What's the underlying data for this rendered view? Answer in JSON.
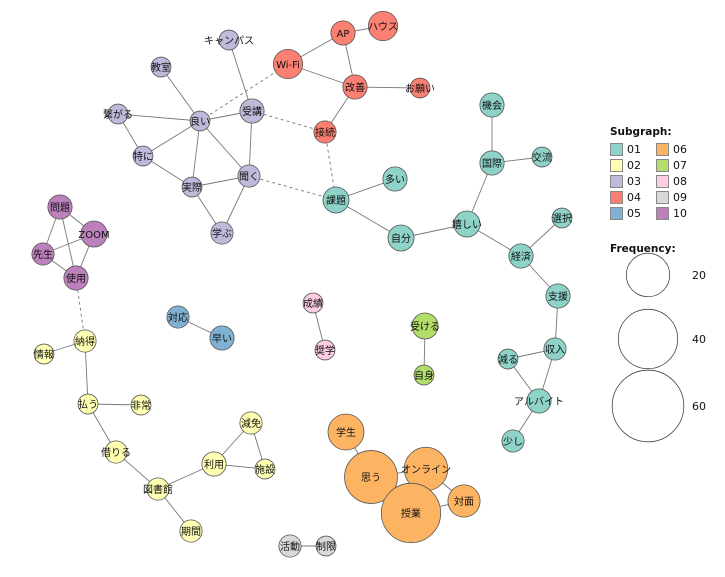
{
  "colors": {
    "01": "#8dd3c7",
    "02": "#ffffb3",
    "03": "#bebada",
    "04": "#fb8072",
    "05": "#80b1d3",
    "06": "#fdb462",
    "07": "#b3de69",
    "08": "#fccde5",
    "09": "#d9d9d9",
    "10": "#bc80bd"
  },
  "legend": {
    "subgraph_title": "Subgraph:",
    "subgraphs": [
      "01",
      "02",
      "03",
      "04",
      "05",
      "06",
      "07",
      "08",
      "09",
      "10"
    ],
    "frequency_title": "Frequency:",
    "frequency_sizes": [
      20,
      40,
      60
    ]
  },
  "nodes": [
    {
      "id": "キャンパス",
      "group": "03",
      "freq": 3
    },
    {
      "id": "教室",
      "group": "03",
      "freq": 3
    },
    {
      "id": "繋がる",
      "group": "03",
      "freq": 3
    },
    {
      "id": "良い",
      "group": "03",
      "freq": 3
    },
    {
      "id": "受講",
      "group": "03",
      "freq": 5
    },
    {
      "id": "特に",
      "group": "03",
      "freq": 3
    },
    {
      "id": "実際",
      "group": "03",
      "freq": 3
    },
    {
      "id": "聞く",
      "group": "03",
      "freq": 4
    },
    {
      "id": "学ぶ",
      "group": "03",
      "freq": 4
    },
    {
      "id": "AP",
      "group": "04",
      "freq": 5
    },
    {
      "id": "ハウス",
      "group": "04",
      "freq": 8
    },
    {
      "id": "Wi-Fi",
      "group": "04",
      "freq": 8
    },
    {
      "id": "改善",
      "group": "04",
      "freq": 5
    },
    {
      "id": "お願い",
      "group": "04",
      "freq": 3
    },
    {
      "id": "接続",
      "group": "04",
      "freq": 4
    },
    {
      "id": "機会",
      "group": "01",
      "freq": 5
    },
    {
      "id": "国際",
      "group": "01",
      "freq": 5
    },
    {
      "id": "交流",
      "group": "01",
      "freq": 3
    },
    {
      "id": "多い",
      "group": "01",
      "freq": 5
    },
    {
      "id": "課題",
      "group": "01",
      "freq": 6
    },
    {
      "id": "自分",
      "group": "01",
      "freq": 6
    },
    {
      "id": "嬉しい",
      "group": "01",
      "freq": 6
    },
    {
      "id": "選択",
      "group": "01",
      "freq": 3
    },
    {
      "id": "経済",
      "group": "01",
      "freq": 5
    },
    {
      "id": "支援",
      "group": "01",
      "freq": 5
    },
    {
      "id": "収入",
      "group": "01",
      "freq": 4
    },
    {
      "id": "減る",
      "group": "01",
      "freq": 3
    },
    {
      "id": "アルバイト",
      "group": "01",
      "freq": 5
    },
    {
      "id": "少し",
      "group": "01",
      "freq": 4
    },
    {
      "id": "問題",
      "group": "10",
      "freq": 5
    },
    {
      "id": "ZOOM",
      "group": "10",
      "freq": 6
    },
    {
      "id": "先生",
      "group": "10",
      "freq": 4
    },
    {
      "id": "使用",
      "group": "10",
      "freq": 5
    },
    {
      "id": "対応",
      "group": "05",
      "freq": 4
    },
    {
      "id": "早い",
      "group": "05",
      "freq": 5
    },
    {
      "id": "成績",
      "group": "08",
      "freq": 3
    },
    {
      "id": "奨学",
      "group": "08",
      "freq": 3
    },
    {
      "id": "受ける",
      "group": "07",
      "freq": 6
    },
    {
      "id": "自身",
      "group": "07",
      "freq": 3
    },
    {
      "id": "納得",
      "group": "02",
      "freq": 4
    },
    {
      "id": "情報",
      "group": "02",
      "freq": 3
    },
    {
      "id": "払う",
      "group": "02",
      "freq": 3
    },
    {
      "id": "非常",
      "group": "02",
      "freq": 3
    },
    {
      "id": "借りる",
      "group": "02",
      "freq": 4
    },
    {
      "id": "減免",
      "group": "02",
      "freq": 4
    },
    {
      "id": "利用",
      "group": "02",
      "freq": 5
    },
    {
      "id": "施設",
      "group": "02",
      "freq": 3
    },
    {
      "id": "図書館",
      "group": "02",
      "freq": 4
    },
    {
      "id": "期間",
      "group": "02",
      "freq": 4
    },
    {
      "id": "学生",
      "group": "06",
      "freq": 13
    },
    {
      "id": "思う",
      "group": "06",
      "freq": 31
    },
    {
      "id": "オンライン",
      "group": "06",
      "freq": 20
    },
    {
      "id": "対面",
      "group": "06",
      "freq": 10
    },
    {
      "id": "授業",
      "group": "06",
      "freq": 40
    },
    {
      "id": "活動",
      "group": "09",
      "freq": 4
    },
    {
      "id": "制限",
      "group": "09",
      "freq": 3
    }
  ],
  "edges": [
    [
      "キャンパス",
      "受講",
      false
    ],
    [
      "教室",
      "良い",
      false
    ],
    [
      "繋がる",
      "良い",
      false
    ],
    [
      "繋がる",
      "特に",
      false
    ],
    [
      "良い",
      "受講",
      false
    ],
    [
      "良い",
      "特に",
      false
    ],
    [
      "良い",
      "実際",
      false
    ],
    [
      "良い",
      "聞く",
      false
    ],
    [
      "受講",
      "聞く",
      false
    ],
    [
      "特に",
      "実際",
      false
    ],
    [
      "実際",
      "聞く",
      false
    ],
    [
      "実際",
      "学ぶ",
      false
    ],
    [
      "聞く",
      "学ぶ",
      false
    ],
    [
      "良い",
      "Wi-Fi",
      true
    ],
    [
      "受講",
      "接続",
      true
    ],
    [
      "聞く",
      "課題",
      true
    ],
    [
      "AP",
      "ハウス",
      false
    ],
    [
      "AP",
      "Wi-Fi",
      false
    ],
    [
      "Wi-Fi",
      "改善",
      false
    ],
    [
      "AP",
      "改善",
      false
    ],
    [
      "改善",
      "お願い",
      false
    ],
    [
      "改善",
      "接続",
      false
    ],
    [
      "接続",
      "課題",
      true
    ],
    [
      "機会",
      "国際",
      false
    ],
    [
      "国際",
      "交流",
      false
    ],
    [
      "国際",
      "嬉しい",
      false
    ],
    [
      "多い",
      "課題",
      false
    ],
    [
      "課題",
      "自分",
      false
    ],
    [
      "自分",
      "嬉しい",
      false
    ],
    [
      "嬉しい",
      "経済",
      false
    ],
    [
      "選択",
      "経済",
      false
    ],
    [
      "経済",
      "支援",
      false
    ],
    [
      "支援",
      "収入",
      false
    ],
    [
      "収入",
      "減る",
      false
    ],
    [
      "収入",
      "アルバイト",
      false
    ],
    [
      "減る",
      "アルバイト",
      false
    ],
    [
      "アルバイト",
      "少し",
      false
    ],
    [
      "問題",
      "ZOOM",
      false
    ],
    [
      "問題",
      "先生",
      false
    ],
    [
      "問題",
      "使用",
      false
    ],
    [
      "ZOOM",
      "先生",
      false
    ],
    [
      "ZOOM",
      "使用",
      false
    ],
    [
      "先生",
      "使用",
      false
    ],
    [
      "使用",
      "納得",
      true
    ],
    [
      "対応",
      "早い",
      false
    ],
    [
      "成績",
      "奨学",
      false
    ],
    [
      "受ける",
      "自身",
      false
    ],
    [
      "納得",
      "情報",
      false
    ],
    [
      "納得",
      "払う",
      false
    ],
    [
      "払う",
      "非常",
      false
    ],
    [
      "払う",
      "借りる",
      false
    ],
    [
      "借りる",
      "図書館",
      false
    ],
    [
      "図書館",
      "利用",
      false
    ],
    [
      "図書館",
      "期間",
      false
    ],
    [
      "利用",
      "減免",
      false
    ],
    [
      "利用",
      "施設",
      false
    ],
    [
      "減免",
      "施設",
      false
    ],
    [
      "学生",
      "思う",
      false
    ],
    [
      "思う",
      "オンライン",
      false
    ],
    [
      "思う",
      "授業",
      false
    ],
    [
      "オンライン",
      "授業",
      false
    ],
    [
      "オンライン",
      "対面",
      false
    ],
    [
      "授業",
      "対面",
      false
    ],
    [
      "活動",
      "制限",
      false
    ]
  ]
}
